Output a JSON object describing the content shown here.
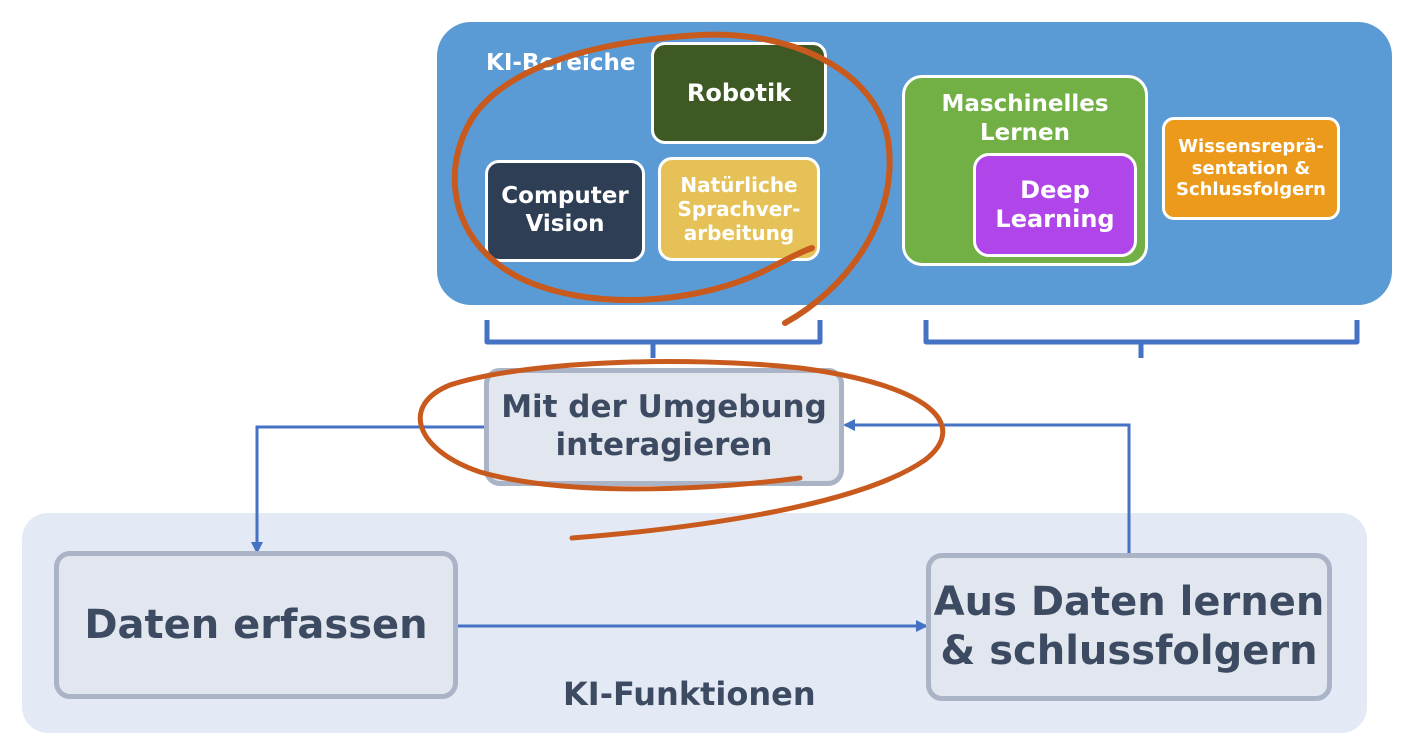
{
  "ki_bereiche": {
    "title": "KI-Bereiche",
    "robotik": "Robotik",
    "computer_vision": "Computer\nVision",
    "nlp": "Natürliche\nSprachver-\narbeitung",
    "machine_learning": "Maschinelles\nLernen",
    "deep_learning": "Deep\nLearning",
    "wissensrepraesentation": "Wissensreprä-\nsentation &\nSchlussfolgern"
  },
  "ki_funktionen": {
    "title": "KI-Funktionen",
    "interact": "Mit der Umgebung\ninteragieren",
    "capture": "Daten erfassen",
    "learn": "Aus Daten lernen\n& schlussfolgern"
  },
  "colors": {
    "panel_top": "#5b9bd5",
    "panel_bottom": "#e3eaf5",
    "robotik": "#3e5923",
    "computer_vision": "#2e3f55",
    "nlp": "#e6c157",
    "machine_learning": "#72af45",
    "deep_learning": "#b046ea",
    "wissensrepraesentation": "#ec9a1b",
    "connector": "#4472c4",
    "highlight_circle": "#c85a1e"
  }
}
